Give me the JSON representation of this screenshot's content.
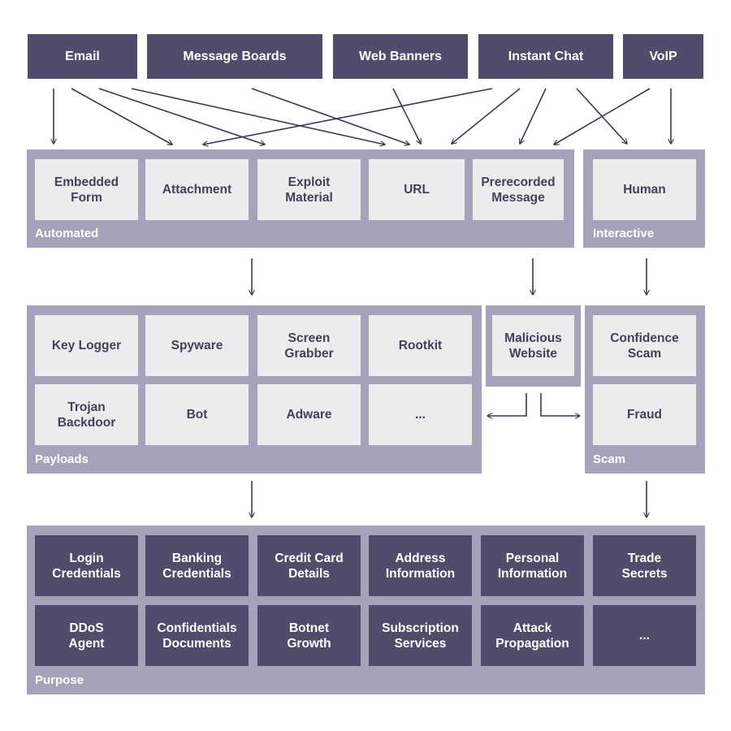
{
  "channels": [
    "Email",
    "Message Boards",
    "Web Banners",
    "Instant Chat",
    "VoIP"
  ],
  "automated": {
    "label": "Automated",
    "items": [
      "Embedded\nForm",
      "Attachment",
      "Exploit\nMaterial",
      "URL",
      "Prerecorded\nMessage"
    ]
  },
  "interactive": {
    "label": "Interactive",
    "items": [
      "Human"
    ]
  },
  "payloads": {
    "label": "Payloads",
    "items": [
      "Key Logger",
      "Spyware",
      "Screen\nGrabber",
      "Rootkit",
      "Trojan\nBackdoor",
      "Bot",
      "Adware",
      "..."
    ]
  },
  "malicious": {
    "items": [
      "Malicious\nWebsite"
    ]
  },
  "scam": {
    "label": "Scam",
    "items": [
      "Confidence\nScam",
      "Fraud"
    ]
  },
  "purpose": {
    "label": "Purpose",
    "items": [
      "Login\nCredentials",
      "Banking\nCredentials",
      "Credit Card\nDetails",
      "Address\nInformation",
      "Personal\nInformation",
      "Trade\nSecrets",
      "DDoS\nAgent",
      "Confidentials\nDocuments",
      "Botnet\nGrowth",
      "Subscription\nServices",
      "Attack\nPropagation",
      "..."
    ]
  },
  "colors": {
    "dark": "#4f4d6b",
    "panel": "#a4a3b9",
    "cell": "#ececef",
    "cell_text": "#434256"
  }
}
